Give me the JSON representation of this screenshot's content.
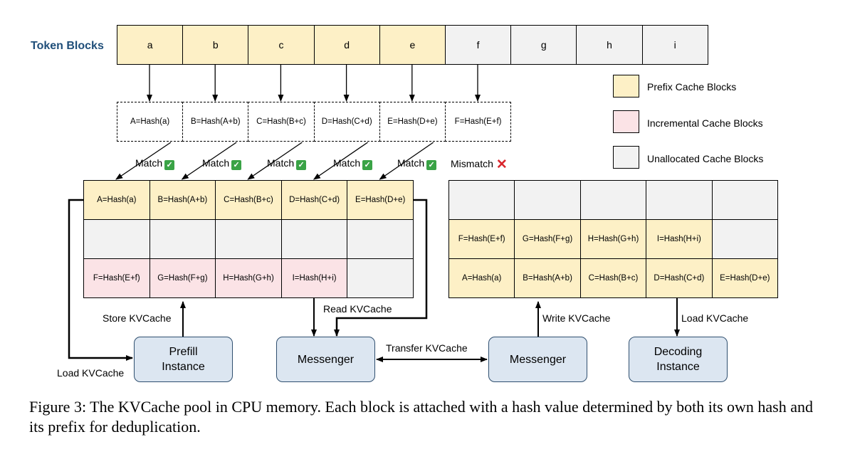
{
  "token_blocks": {
    "title": "Token Blocks",
    "tokens": [
      {
        "label": "a",
        "kind": "prefix"
      },
      {
        "label": "b",
        "kind": "prefix"
      },
      {
        "label": "c",
        "kind": "prefix"
      },
      {
        "label": "d",
        "kind": "prefix"
      },
      {
        "label": "e",
        "kind": "prefix"
      },
      {
        "label": "f",
        "kind": "unallocated"
      },
      {
        "label": "g",
        "kind": "unallocated"
      },
      {
        "label": "h",
        "kind": "unallocated"
      },
      {
        "label": "i",
        "kind": "unallocated"
      }
    ]
  },
  "hashes": [
    "A=Hash(a)",
    "B=Hash(A+b)",
    "C=Hash(B+c)",
    "D=Hash(C+d)",
    "E=Hash(D+e)",
    "F=Hash(E+f)"
  ],
  "match_labels": [
    "Match",
    "Match",
    "Match",
    "Match",
    "Match"
  ],
  "mismatch_label": "Mismatch",
  "legend": {
    "prefix": "Prefix Cache Blocks",
    "incremental": "Incremental Cache Blocks",
    "unallocated": "Unallocated Cache Blocks"
  },
  "left_pool": {
    "rows": [
      [
        {
          "text": "A=Hash(a)",
          "kind": "prefix"
        },
        {
          "text": "B=Hash(A+b)",
          "kind": "prefix"
        },
        {
          "text": "C=Hash(B+c)",
          "kind": "prefix"
        },
        {
          "text": "D=Hash(C+d)",
          "kind": "prefix"
        },
        {
          "text": "E=Hash(D+e)",
          "kind": "prefix"
        }
      ],
      [
        {
          "text": "",
          "kind": "unallocated"
        },
        {
          "text": "",
          "kind": "unallocated"
        },
        {
          "text": "",
          "kind": "unallocated"
        },
        {
          "text": "",
          "kind": "unallocated"
        },
        {
          "text": "",
          "kind": "unallocated"
        }
      ],
      [
        {
          "text": "F=Hash(E+f)",
          "kind": "incremental"
        },
        {
          "text": "G=Hash(F+g)",
          "kind": "incremental"
        },
        {
          "text": "H=Hash(G+h)",
          "kind": "incremental"
        },
        {
          "text": "I=Hash(H+i)",
          "kind": "incremental"
        },
        {
          "text": "",
          "kind": "unallocated"
        }
      ]
    ]
  },
  "right_pool": {
    "rows": [
      [
        {
          "text": "",
          "kind": "unallocated"
        },
        {
          "text": "",
          "kind": "unallocated"
        },
        {
          "text": "",
          "kind": "unallocated"
        },
        {
          "text": "",
          "kind": "unallocated"
        },
        {
          "text": "",
          "kind": "unallocated"
        }
      ],
      [
        {
          "text": "F=Hash(E+f)",
          "kind": "prefix"
        },
        {
          "text": "G=Hash(F+g)",
          "kind": "prefix"
        },
        {
          "text": "H=Hash(G+h)",
          "kind": "prefix"
        },
        {
          "text": "I=Hash(H+i)",
          "kind": "prefix"
        },
        {
          "text": "",
          "kind": "unallocated"
        }
      ],
      [
        {
          "text": "A=Hash(a)",
          "kind": "prefix"
        },
        {
          "text": "B=Hash(A+b)",
          "kind": "prefix"
        },
        {
          "text": "C=Hash(B+c)",
          "kind": "prefix"
        },
        {
          "text": "D=Hash(C+d)",
          "kind": "prefix"
        },
        {
          "text": "E=Hash(D+e)",
          "kind": "prefix"
        }
      ]
    ]
  },
  "nodes": {
    "prefill": "Prefill Instance",
    "messenger_left": "Messenger",
    "messenger_right": "Messenger",
    "decoding": "Decoding Instance"
  },
  "edge_labels": {
    "store": "Store KVCache",
    "load_left": "Load KVCache",
    "read": "Read KVCache",
    "transfer": "Transfer KVCache",
    "write": "Write KVCache",
    "load_right": "Load KVCache"
  },
  "caption": "Figure 3: The KVCache pool in CPU memory. Each block is attached with a hash value determined by both its own hash and its prefix for deduplication.",
  "colors": {
    "prefix": "#fdf0c6",
    "incremental": "#fbe3e6",
    "unallocated": "#f2f2f2",
    "node_fill": "#dce6f1",
    "title": "#1f4e79"
  }
}
